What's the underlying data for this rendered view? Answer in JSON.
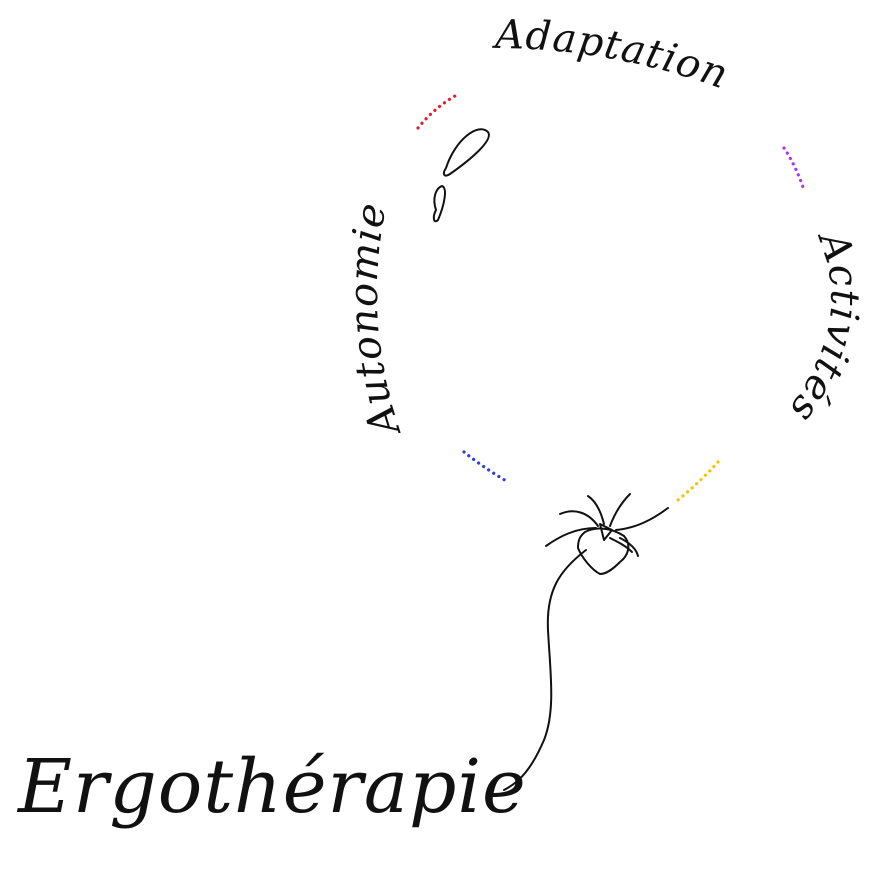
{
  "balloon": {
    "words": {
      "top": "Adaptation",
      "right": "Activités",
      "left": "Autonomie"
    },
    "dot_colors": {
      "top_left": "#e0202c",
      "top_right": "#b030f0",
      "bottom_right": "#f5c400",
      "bottom_left": "#2f3fe0"
    }
  },
  "caption": "Ergothérapie",
  "ink_color": "#111111"
}
